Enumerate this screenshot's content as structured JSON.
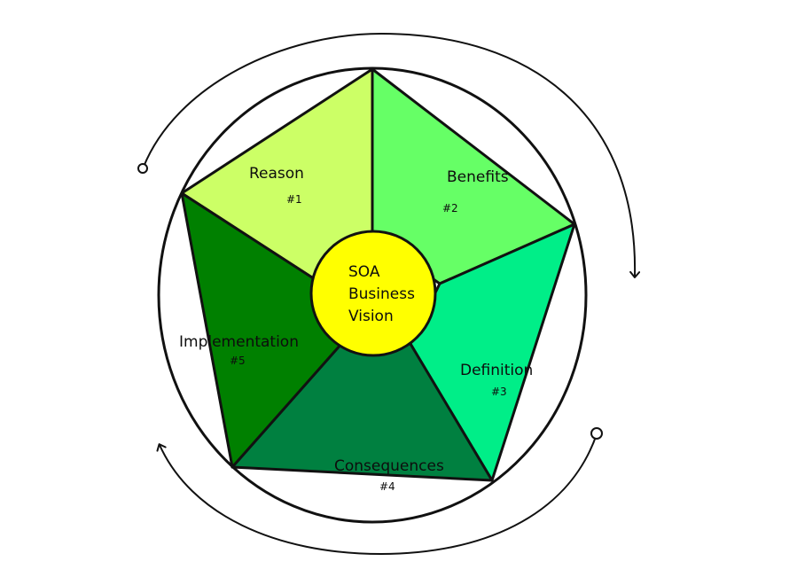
{
  "diagram": {
    "center": {
      "lines": [
        "SOA",
        "Business",
        "Vision"
      ],
      "color": "#ffff00"
    },
    "segments": [
      {
        "label": "Reason",
        "number": "#1",
        "color": "#ccff66"
      },
      {
        "label": "Benefits",
        "number": "#2",
        "color": "#66ff66"
      },
      {
        "label": "Definition",
        "number": "#3",
        "color": "#00ee88"
      },
      {
        "label": "Consequences",
        "number": "#4",
        "color": "#008040"
      },
      {
        "label": "Implementation",
        "number": "#5",
        "color": "#008000"
      }
    ],
    "outline_color": "#111111",
    "arrows": [
      "clockwise-arrow-top",
      "clockwise-arrow-bottom"
    ]
  }
}
